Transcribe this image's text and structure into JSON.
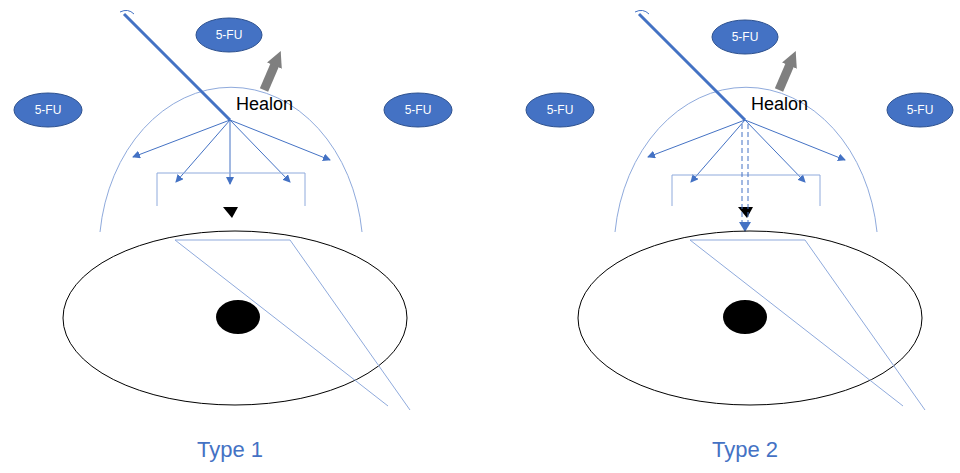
{
  "diagram": {
    "nodes": [
      {
        "text": [
          "5-FU"
        ]
      },
      {
        "text": [
          "5-FU"
        ]
      },
      {
        "text": [
          "5-FU"
        ]
      },
      {
        "text": [
          "5-FU"
        ]
      },
      {
        "text": [
          "5-FU"
        ]
      },
      {
        "text": [
          "5-FU"
        ]
      }
    ],
    "labels": [
      "Healon",
      "Healon",
      "Type 1",
      "Type 2"
    ]
  }
}
